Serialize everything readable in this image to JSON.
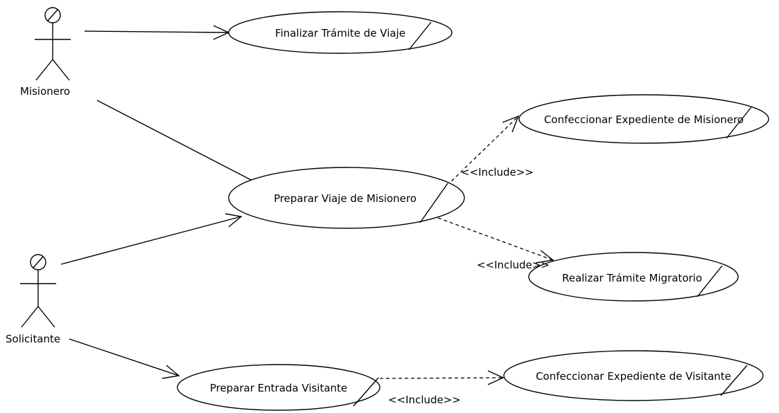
{
  "actors": {
    "misionero": {
      "label": "Misionero"
    },
    "solicitante": {
      "label": "Solicitante"
    }
  },
  "use_cases": {
    "finalizar_tramite": {
      "label": "Finalizar Trámite de Viaje"
    },
    "preparar_viaje": {
      "label": "Preparar Viaje de Misionero"
    },
    "confeccionar_misionero": {
      "label": "Confeccionar Expediente de Misionero"
    },
    "realizar_tramite": {
      "label": "Realizar Trámite Migratorio"
    },
    "preparar_entrada": {
      "label": "Preparar Entrada Visitante"
    },
    "confeccionar_visitante": {
      "label": "Confeccionar Expediente de Visitante"
    }
  },
  "relations": {
    "include_1": {
      "label": "<<Include>>"
    },
    "include_2": {
      "label": "<<Include>>"
    },
    "include_3": {
      "label": "<<Include>>"
    }
  }
}
